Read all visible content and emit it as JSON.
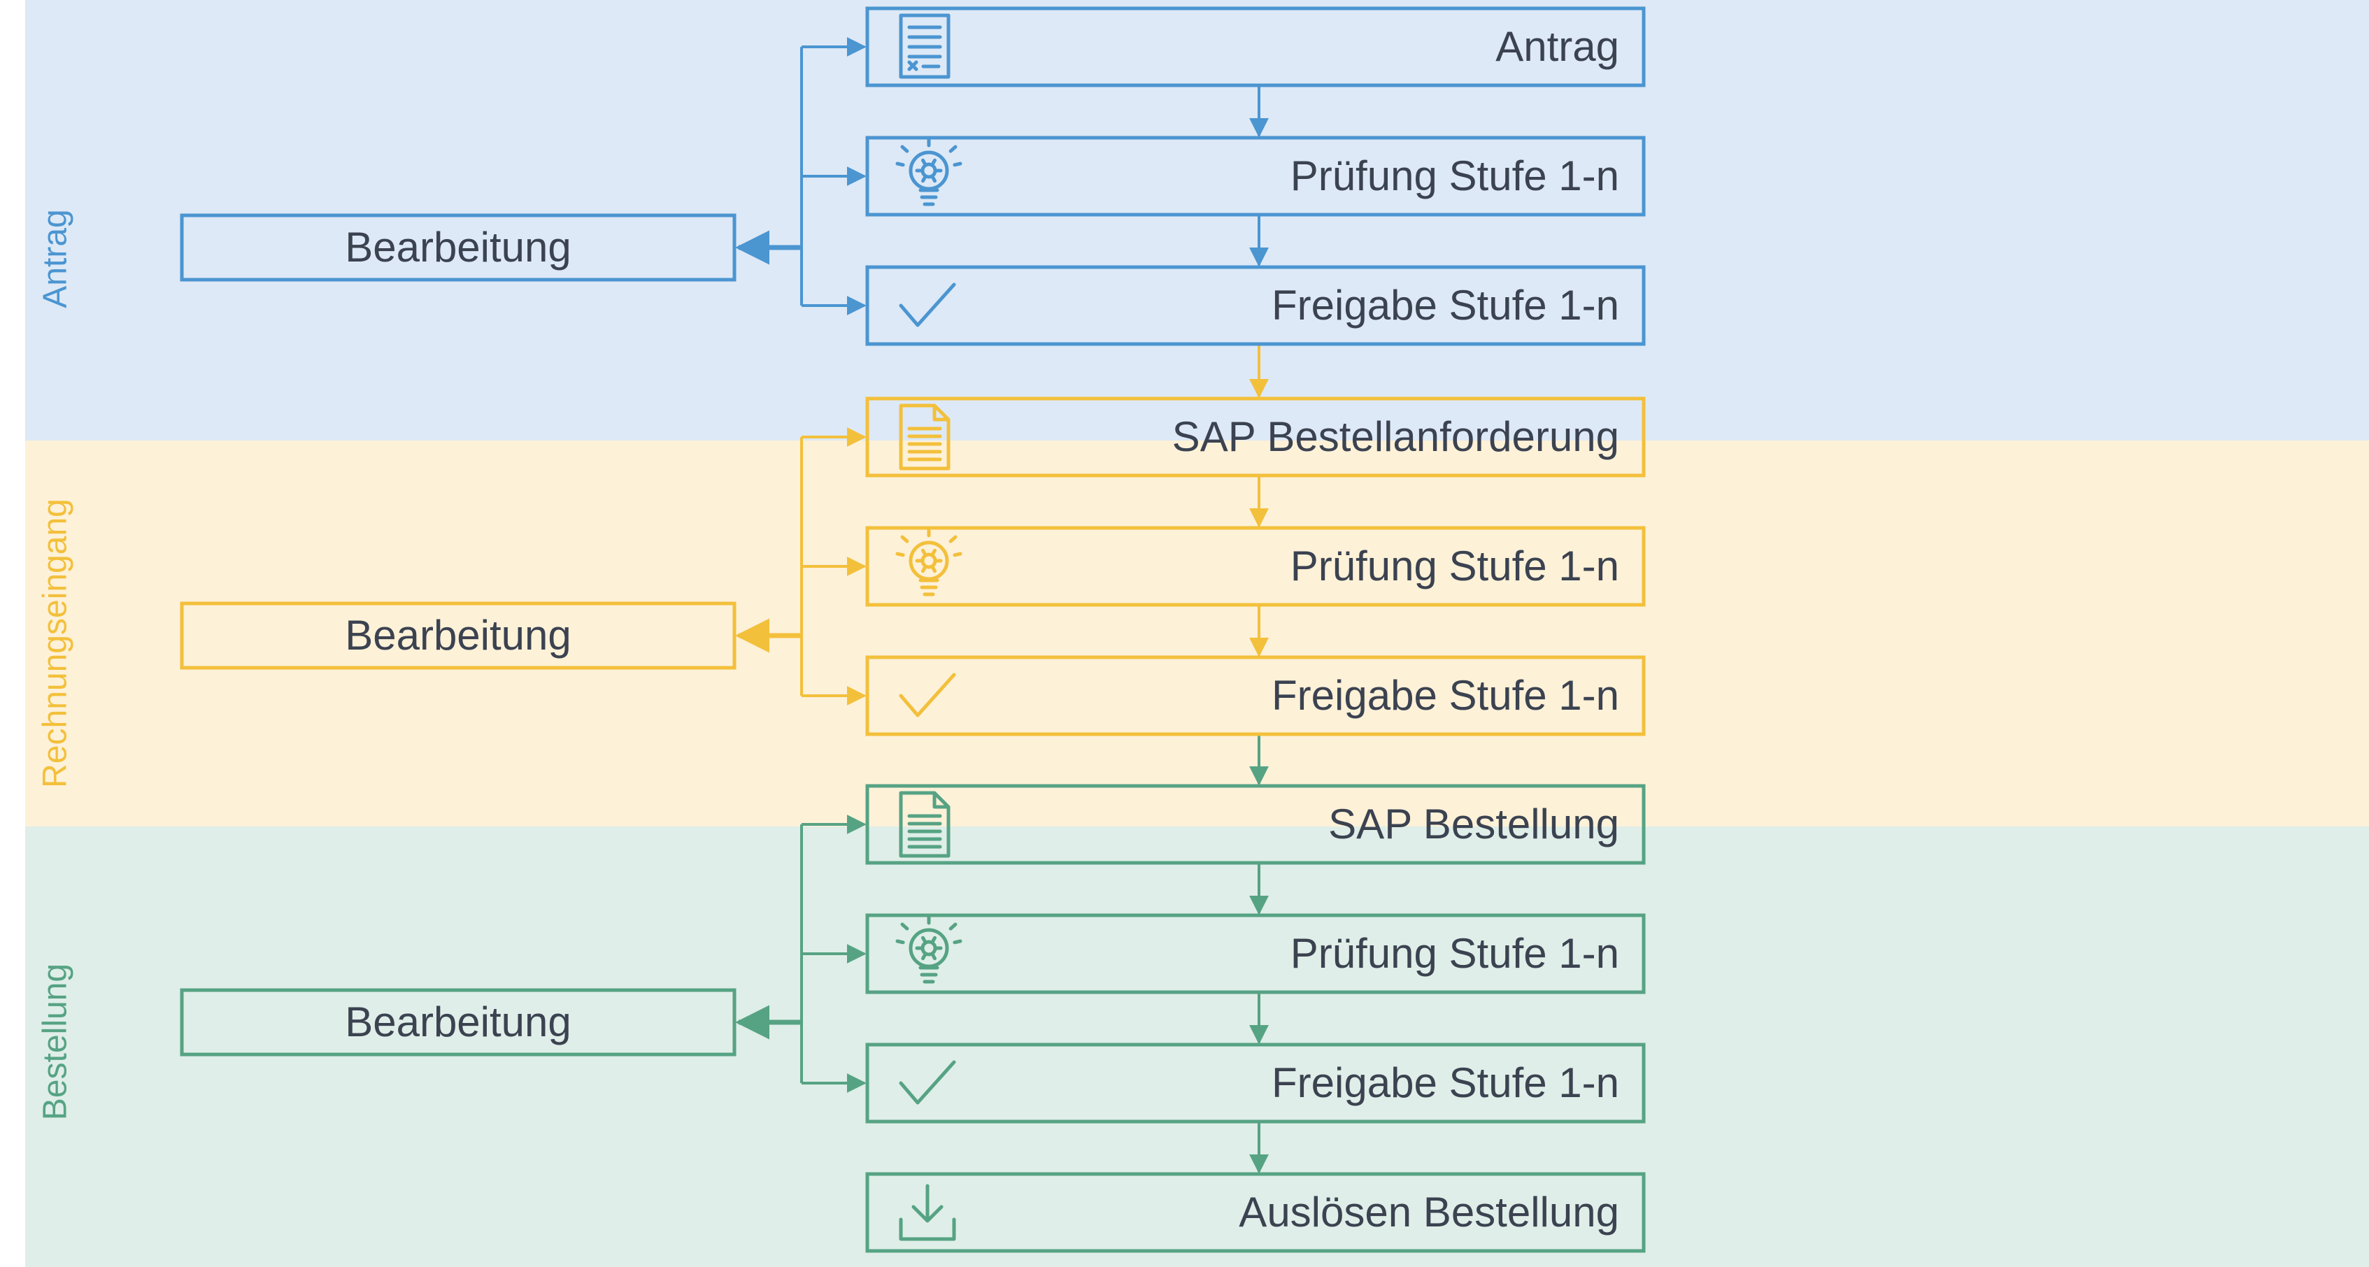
{
  "colors": {
    "blue": "#4b95d1",
    "blue_bg": "#dde9f6",
    "yellow": "#f3c03b",
    "yellow_bg": "#fdf1d8",
    "green": "#56a384",
    "green_bg": "#dfeee8",
    "text": "#3b4250"
  },
  "lanes": [
    {
      "id": "antrag",
      "label": "Antrag",
      "color": "blue",
      "edit_box": {
        "label": "Bearbeitung"
      },
      "steps": [
        {
          "label": "Antrag",
          "icon": "form-document-icon"
        },
        {
          "label": "Prüfung Stufe 1-n",
          "icon": "lightbulb-gear-icon"
        },
        {
          "label": "Freigabe Stufe 1-n",
          "icon": "checkmark-icon"
        }
      ]
    },
    {
      "id": "rechnungseingang",
      "label": "Rechnungseingang",
      "color": "yellow",
      "edit_box": {
        "label": "Bearbeitung"
      },
      "steps": [
        {
          "label": "SAP Bestellanforderung",
          "icon": "document-icon"
        },
        {
          "label": "Prüfung  Stufe 1-n",
          "icon": "lightbulb-gear-icon"
        },
        {
          "label": "Freigabe Stufe 1-n",
          "icon": "checkmark-icon"
        }
      ]
    },
    {
      "id": "bestellung",
      "label": "Bestellung",
      "color": "green",
      "edit_box": {
        "label": "Bearbeitung"
      },
      "steps": [
        {
          "label": "SAP Bestellung",
          "icon": "document-icon"
        },
        {
          "label": "Prüfung  Stufe 1-n",
          "icon": "lightbulb-gear-icon"
        },
        {
          "label": "Freigabe Stufe 1-n",
          "icon": "checkmark-icon"
        },
        {
          "label": "Auslösen Bestellung",
          "icon": "download-icon"
        }
      ]
    }
  ]
}
